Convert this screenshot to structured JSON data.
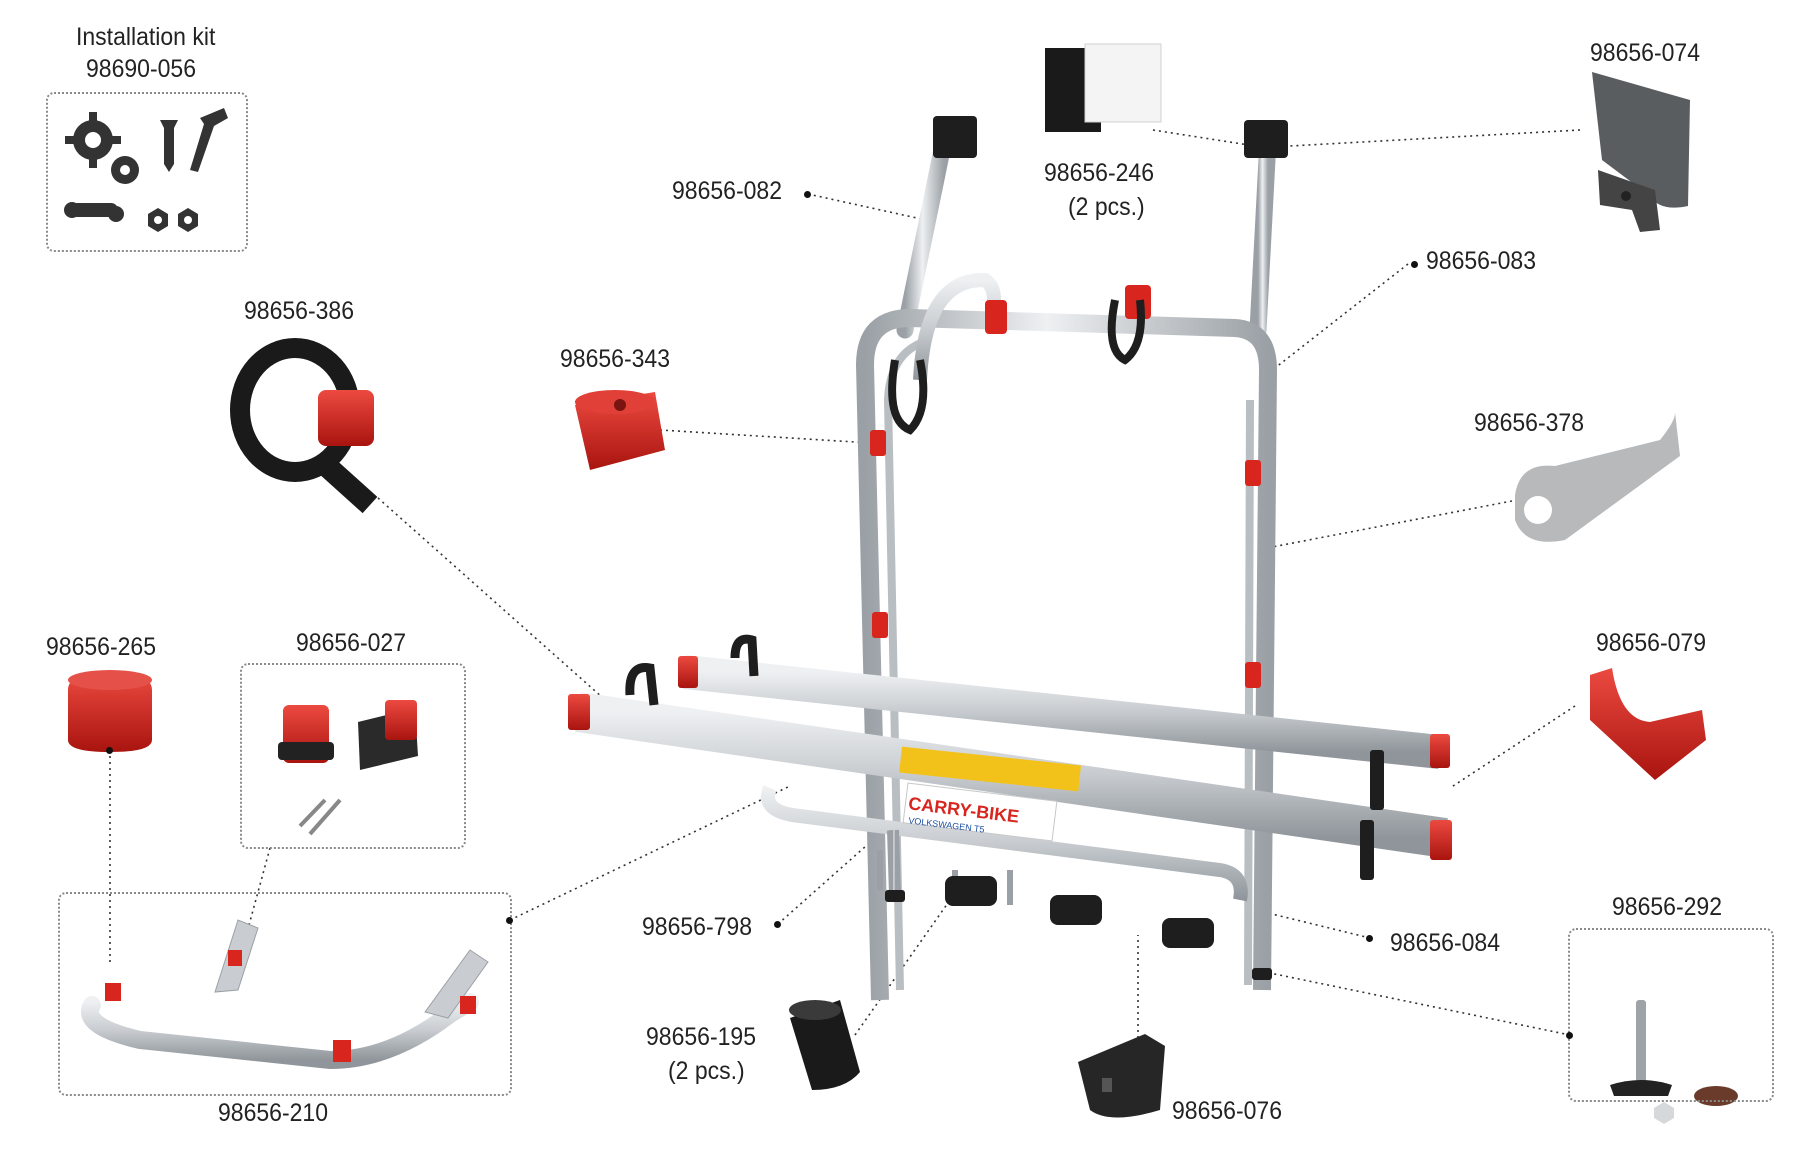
{
  "parts": {
    "installation_kit_title": "Installation kit",
    "installation_kit_code": "98690-056",
    "p074": "98656-074",
    "p246": "98656-246",
    "p246_qty": "(2 pcs.)",
    "p082": "98656-082",
    "p083": "98656-083",
    "p386": "98656-386",
    "p343": "98656-343",
    "p378": "98656-378",
    "p265": "98656-265",
    "p027": "98656-027",
    "p079": "98656-079",
    "p292": "98656-292",
    "p798": "98656-798",
    "p084": "98656-084",
    "p195": "98656-195",
    "p195_qty": "(2 pcs.)",
    "p076": "98656-076",
    "p210": "98656-210"
  },
  "product": {
    "brand_label": "CARRY-BIKE",
    "model_label": "VOLKSWAGEN T5"
  },
  "colors": {
    "frame": "#c9cdd1",
    "frame_dark": "#8e9398",
    "accent_red": "#d8261f",
    "black": "#1e1e1e",
    "grey_plastic": "#b9bbbd",
    "leader": "#333333"
  },
  "icons": [
    "gear-icon",
    "screw-icon",
    "nut-icon",
    "chain-link-icon"
  ]
}
